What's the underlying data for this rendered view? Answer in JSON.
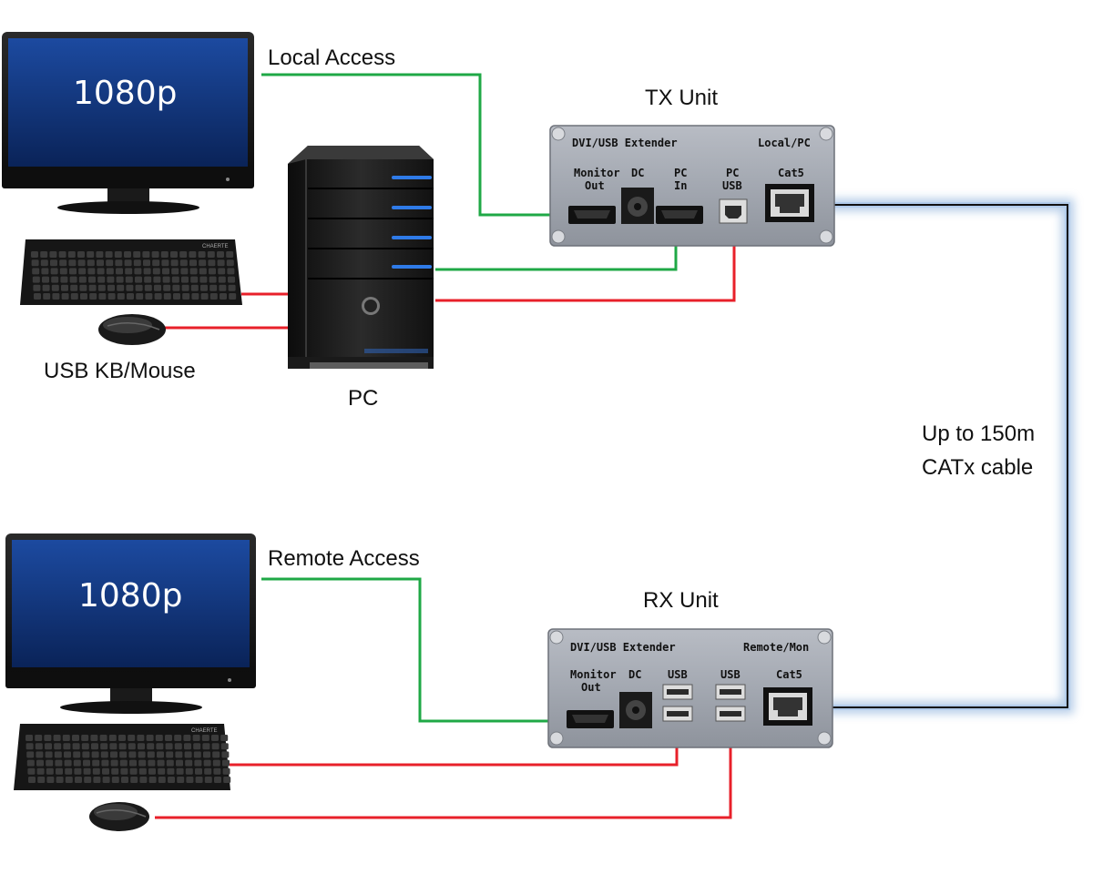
{
  "labels": {
    "local_access": "Local Access",
    "remote_access": "Remote Access",
    "tx_unit": "TX Unit",
    "rx_unit": "RX Unit",
    "pc": "PC",
    "usb_kb_mouse": "USB KB/Mouse",
    "cable_line1": "Up to 150m",
    "cable_line2": "CATx cable"
  },
  "monitors": {
    "local_resolution": "1080p",
    "remote_resolution": "1080p",
    "brand": "CHAERTE"
  },
  "tx_panel": {
    "title": "DVI/USB Extender",
    "mode": "Local/PC",
    "ports": {
      "monitor_out_1": "Monitor",
      "monitor_out_2": "Out",
      "dc": "DC",
      "pc_in_1": "PC",
      "pc_in_2": "In",
      "pc_usb_1": "PC",
      "pc_usb_2": "USB",
      "cat5": "Cat5"
    }
  },
  "rx_panel": {
    "title": "DVI/USB Extender",
    "mode": "Remote/Mon",
    "ports": {
      "monitor_out_1": "Monitor",
      "monitor_out_2": "Out",
      "dc": "DC",
      "usb_a": "USB",
      "usb_b": "USB",
      "cat5": "Cat5"
    }
  },
  "colors": {
    "video_cable": "#1fa846",
    "usb_cable": "#e8202a",
    "cat_cable_glow": "#7ea7d8",
    "screen": "#0e2d6e"
  }
}
